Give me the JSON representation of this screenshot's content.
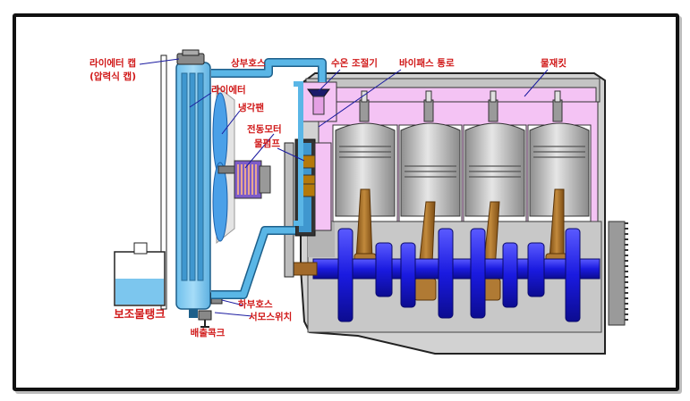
{
  "diagram": {
    "labels": {
      "radiator_cap": "라이에터 캡",
      "radiator_cap_sub": "(압력식 캡)",
      "upper_hose": "상부호스",
      "thermostat": "수온 조절기",
      "bypass": "바이패스 통로",
      "water_jacket": "물재킷",
      "radiator": "라이에터",
      "cooling_fan": "냉각팬",
      "electric_motor": "전동모터",
      "water_pump": "물펌프",
      "reserve_tank": "보조물탱크",
      "lower_hose": "하부호스",
      "thermo_switch": "서모스위치",
      "drain_cock": "배출콕크"
    },
    "colors": {
      "label_text": "#d01818",
      "leader_line": "#1a1aa0",
      "coolant": "#5ab6e6",
      "water_jacket": "#f4c3f4",
      "engine_block": "#c8c8c8",
      "crankshaft": "#1818e8",
      "connecting_rod": "#a86a20",
      "piston": "#b4b4b4"
    }
  }
}
